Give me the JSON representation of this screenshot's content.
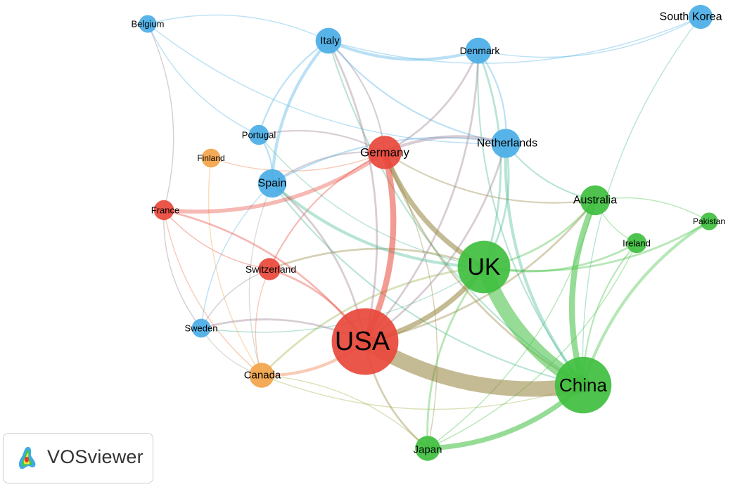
{
  "brand": {
    "name": "VOSviewer",
    "logo_icon": "vosviewer-heatmap-logo-icon"
  },
  "clusters": {
    "red": "#e8483b",
    "green": "#3fbf3f",
    "blue": "#4aaee6",
    "orange": "#f2a44a"
  },
  "nodes": [
    {
      "id": "usa",
      "label": "USA",
      "cluster": "red",
      "weight": 10
    },
    {
      "id": "china",
      "label": "China",
      "cluster": "green",
      "weight": 7.2
    },
    {
      "id": "uk",
      "label": "UK",
      "cluster": "green",
      "weight": 6.2
    },
    {
      "id": "germany",
      "label": "Germany",
      "cluster": "red",
      "weight": 2.5
    },
    {
      "id": "australia",
      "label": "Australia",
      "cluster": "green",
      "weight": 2.0
    },
    {
      "id": "netherlands",
      "label": "Netherlands",
      "cluster": "blue",
      "weight": 1.9
    },
    {
      "id": "spain",
      "label": "Spain",
      "cluster": "blue",
      "weight": 1.8
    },
    {
      "id": "italy",
      "label": "Italy",
      "cluster": "blue",
      "weight": 1.5
    },
    {
      "id": "denmark",
      "label": "Denmark",
      "cluster": "blue",
      "weight": 1.5
    },
    {
      "id": "japan",
      "label": "Japan",
      "cluster": "green",
      "weight": 1.4
    },
    {
      "id": "canada",
      "label": "Canada",
      "cluster": "orange",
      "weight": 1.4
    },
    {
      "id": "south-korea",
      "label": "South Korea",
      "cluster": "blue",
      "weight": 1.3
    },
    {
      "id": "switzerland",
      "label": "Switzerland",
      "cluster": "red",
      "weight": 1.1
    },
    {
      "id": "portugal",
      "label": "Portugal",
      "cluster": "blue",
      "weight": 0.9
    },
    {
      "id": "france",
      "label": "France",
      "cluster": "red",
      "weight": 0.9
    },
    {
      "id": "ireland",
      "label": "Ireland",
      "cluster": "green",
      "weight": 0.9
    },
    {
      "id": "finland",
      "label": "Finland",
      "cluster": "orange",
      "weight": 0.8
    },
    {
      "id": "sweden",
      "label": "Sweden",
      "cluster": "blue",
      "weight": 0.8
    },
    {
      "id": "belgium",
      "label": "Belgium",
      "cluster": "blue",
      "weight": 0.7
    },
    {
      "id": "pakistan",
      "label": "Pakistan",
      "cluster": "green",
      "weight": 0.7
    }
  ],
  "links": [
    {
      "source": "usa",
      "target": "china",
      "strength": 10
    },
    {
      "source": "uk",
      "target": "china",
      "strength": 9
    },
    {
      "source": "usa",
      "target": "germany",
      "strength": 6
    },
    {
      "source": "australia",
      "target": "china",
      "strength": 6
    },
    {
      "source": "usa",
      "target": "uk",
      "strength": 5
    },
    {
      "source": "germany",
      "target": "uk",
      "strength": 5
    },
    {
      "source": "japan",
      "target": "china",
      "strength": 5
    },
    {
      "source": "france",
      "target": "germany",
      "strength": 4
    },
    {
      "source": "italy",
      "target": "spain",
      "strength": 3
    },
    {
      "source": "italy",
      "target": "denmark",
      "strength": 3
    },
    {
      "source": "pakistan",
      "target": "china",
      "strength": 3
    },
    {
      "source": "netherlands",
      "target": "china",
      "strength": 3
    },
    {
      "source": "netherlands",
      "target": "germany",
      "strength": 3
    },
    {
      "source": "canada",
      "target": "usa",
      "strength": 3
    },
    {
      "source": "spain",
      "target": "uk",
      "strength": 3
    },
    {
      "source": "uk",
      "target": "australia",
      "strength": 2
    },
    {
      "source": "uk",
      "target": "ireland",
      "strength": 2
    },
    {
      "source": "uk",
      "target": "pakistan",
      "strength": 2
    },
    {
      "source": "uk",
      "target": "japan",
      "strength": 2
    },
    {
      "source": "uk",
      "target": "netherlands",
      "strength": 2
    },
    {
      "source": "uk",
      "target": "denmark",
      "strength": 2
    },
    {
      "source": "uk",
      "target": "switzerland",
      "strength": 2
    },
    {
      "source": "uk",
      "target": "canada",
      "strength": 2
    },
    {
      "source": "usa",
      "target": "japan",
      "strength": 2
    },
    {
      "source": "usa",
      "target": "spain",
      "strength": 2
    },
    {
      "source": "usa",
      "target": "switzerland",
      "strength": 2
    },
    {
      "source": "usa",
      "target": "sweden",
      "strength": 2
    },
    {
      "source": "usa",
      "target": "france",
      "strength": 2
    },
    {
      "source": "usa",
      "target": "italy",
      "strength": 2
    },
    {
      "source": "usa",
      "target": "denmark",
      "strength": 2
    },
    {
      "source": "usa",
      "target": "netherlands",
      "strength": 2
    },
    {
      "source": "usa",
      "target": "australia",
      "strength": 2
    },
    {
      "source": "germany",
      "target": "china",
      "strength": 2
    },
    {
      "source": "germany",
      "target": "denmark",
      "strength": 2
    },
    {
      "source": "germany",
      "target": "italy",
      "strength": 1.5
    },
    {
      "source": "germany",
      "target": "spain",
      "strength": 1.5
    },
    {
      "source": "germany",
      "target": "switzerland",
      "strength": 1.5
    },
    {
      "source": "germany",
      "target": "portugal",
      "strength": 1.5
    },
    {
      "source": "germany",
      "target": "australia",
      "strength": 1.5
    },
    {
      "source": "netherlands",
      "target": "australia",
      "strength": 1.5
    },
    {
      "source": "netherlands",
      "target": "denmark",
      "strength": 1.5
    },
    {
      "source": "netherlands",
      "target": "spain",
      "strength": 1.5
    },
    {
      "source": "denmark",
      "target": "china",
      "strength": 1.5
    },
    {
      "source": "denmark",
      "target": "south-korea",
      "strength": 1
    },
    {
      "source": "italy",
      "target": "china",
      "strength": 1.5
    },
    {
      "source": "italy",
      "target": "netherlands",
      "strength": 1.5
    },
    {
      "source": "italy",
      "target": "portugal",
      "strength": 1.5
    },
    {
      "source": "italy",
      "target": "belgium",
      "strength": 1
    },
    {
      "source": "italy",
      "target": "south-korea",
      "strength": 1
    },
    {
      "source": "spain",
      "target": "portugal",
      "strength": 1.5
    },
    {
      "source": "spain",
      "target": "sweden",
      "strength": 1
    },
    {
      "source": "spain",
      "target": "china",
      "strength": 1.5
    },
    {
      "source": "spain",
      "target": "canada",
      "strength": 1
    },
    {
      "source": "france",
      "target": "switzerland",
      "strength": 1
    },
    {
      "source": "france",
      "target": "canada",
      "strength": 1
    },
    {
      "source": "france",
      "target": "sweden",
      "strength": 1
    },
    {
      "source": "france",
      "target": "belgium",
      "strength": 1
    },
    {
      "source": "finland",
      "target": "canada",
      "strength": 1
    },
    {
      "source": "finland",
      "target": "germany",
      "strength": 1
    },
    {
      "source": "switzerland",
      "target": "sweden",
      "strength": 1
    },
    {
      "source": "switzerland",
      "target": "canada",
      "strength": 1
    },
    {
      "source": "sweden",
      "target": "canada",
      "strength": 1
    },
    {
      "source": "sweden",
      "target": "uk",
      "strength": 1
    },
    {
      "source": "belgium",
      "target": "portugal",
      "strength": 1
    },
    {
      "source": "belgium",
      "target": "netherlands",
      "strength": 1
    },
    {
      "source": "japan",
      "target": "australia",
      "strength": 1
    },
    {
      "source": "japan",
      "target": "canada",
      "strength": 1
    },
    {
      "source": "japan",
      "target": "ireland",
      "strength": 1
    },
    {
      "source": "japan",
      "target": "germany",
      "strength": 1
    },
    {
      "source": "ireland",
      "target": "china",
      "strength": 1.5
    },
    {
      "source": "australia",
      "target": "ireland",
      "strength": 1
    },
    {
      "source": "pakistan",
      "target": "australia",
      "strength": 1
    },
    {
      "source": "south-korea",
      "target": "china",
      "strength": 1
    },
    {
      "source": "canada",
      "target": "china",
      "strength": 1
    },
    {
      "source": "portugal",
      "target": "uk",
      "strength": 1
    }
  ]
}
